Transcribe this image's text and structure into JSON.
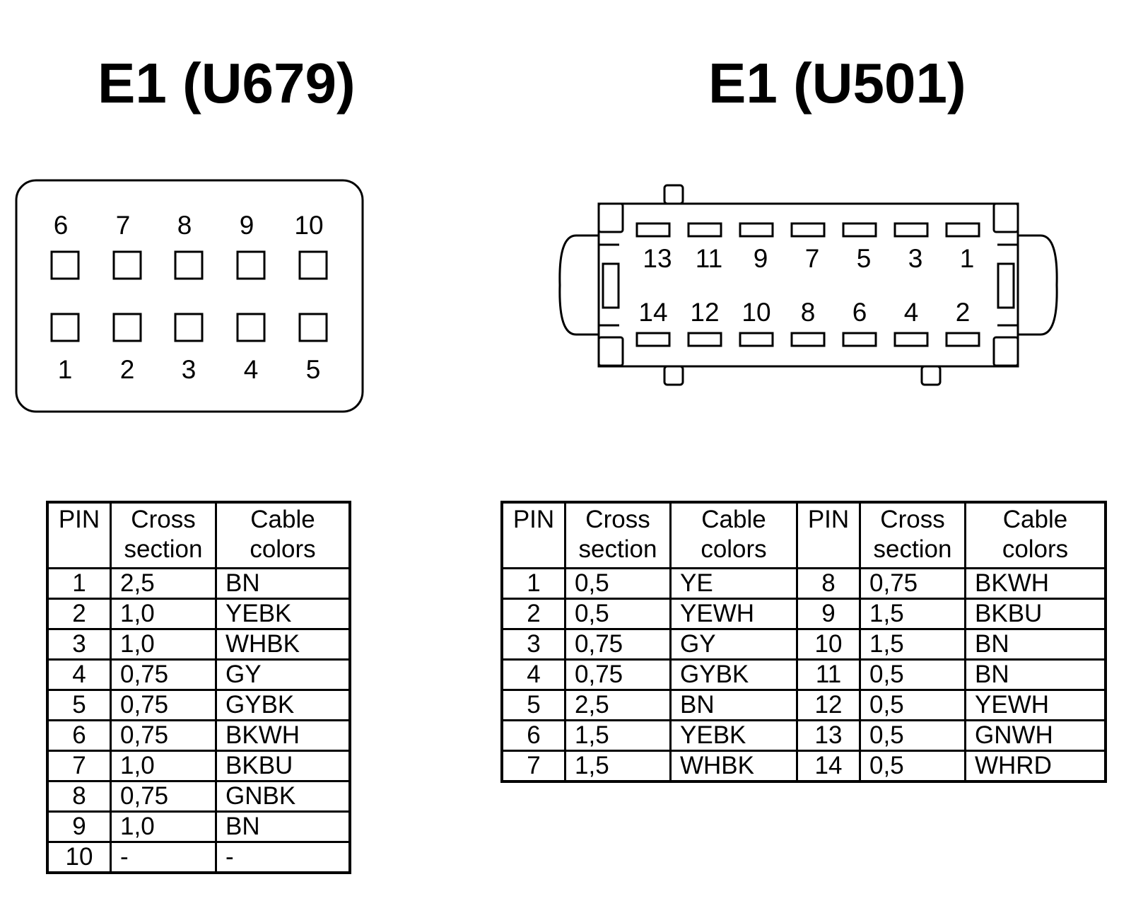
{
  "left": {
    "title": "E1 (U679)",
    "top_pins": [
      "6",
      "7",
      "8",
      "9",
      "10"
    ],
    "bottom_pins": [
      "1",
      "2",
      "3",
      "4",
      "5"
    ],
    "headers": [
      "PIN",
      "Cross\nsection",
      "Cable\ncolors"
    ],
    "rows": [
      [
        "1",
        "2,5",
        "BN"
      ],
      [
        "2",
        "1,0",
        "YEBK"
      ],
      [
        "3",
        "1,0",
        "WHBK"
      ],
      [
        "4",
        "0,75",
        "GY"
      ],
      [
        "5",
        "0,75",
        "GYBK"
      ],
      [
        "6",
        "0,75",
        "BKWH"
      ],
      [
        "7",
        "1,0",
        "BKBU"
      ],
      [
        "8",
        "0,75",
        "GNBK"
      ],
      [
        "9",
        "1,0",
        "BN"
      ],
      [
        "10",
        "-",
        "-"
      ]
    ]
  },
  "right": {
    "title": "E1 (U501)",
    "top_pins": [
      "13",
      "11",
      "9",
      "7",
      "5",
      "3",
      "1"
    ],
    "bottom_pins": [
      "14",
      "12",
      "10",
      "8",
      "6",
      "4",
      "2"
    ],
    "headers": [
      "PIN",
      "Cross\nsection",
      "Cable\ncolors",
      "PIN",
      "Cross\nsection",
      "Cable\ncolors"
    ],
    "rows": [
      [
        "1",
        "0,5",
        "YE",
        "8",
        "0,75",
        "BKWH"
      ],
      [
        "2",
        "0,5",
        "YEWH",
        "9",
        "1,5",
        "BKBU"
      ],
      [
        "3",
        "0,75",
        "GY",
        "10",
        "1,5",
        "BN"
      ],
      [
        "4",
        "0,75",
        "GYBK",
        "11",
        "0,5",
        "BN"
      ],
      [
        "5",
        "2,5",
        "BN",
        "12",
        "0,5",
        "YEWH"
      ],
      [
        "6",
        "1,5",
        "YEBK",
        "13",
        "0,5",
        "GNWH"
      ],
      [
        "7",
        "1,5",
        "WHBK",
        "14",
        "0,5",
        "WHRD"
      ]
    ]
  }
}
